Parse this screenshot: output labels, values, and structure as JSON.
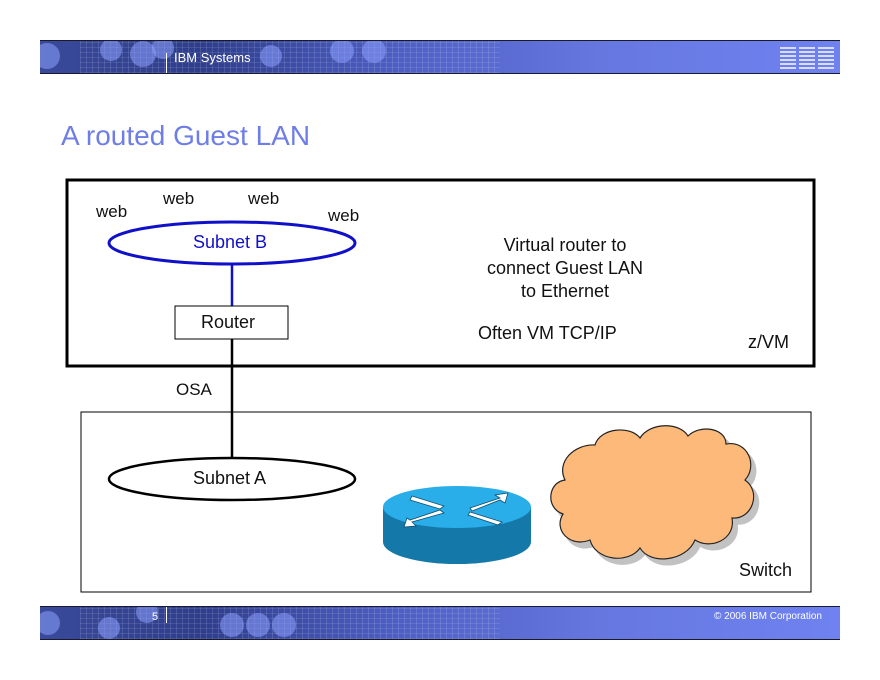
{
  "header": {
    "brand": "IBM Systems",
    "logo": "IBM"
  },
  "slide": {
    "title": "A routed Guest LAN"
  },
  "zvm_box": {
    "label": "z/VM",
    "web_hosts": [
      "web",
      "web",
      "web",
      "web"
    ],
    "subnet_b": "Subnet B",
    "router": "Router",
    "description_lines": [
      "Virtual router to",
      "connect Guest LAN",
      "to Ethernet"
    ],
    "note": "Often VM TCP/IP",
    "subnet_b_color": "#1010c8"
  },
  "connector": {
    "label": "OSA"
  },
  "switch_box": {
    "label": "Switch",
    "subnet_a": "Subnet A",
    "router_icon": "cisco-router-icon",
    "cloud_icon": "network-cloud-icon",
    "cloud_color": "#fdb97a",
    "router_color": "#1fa3e0"
  },
  "footer": {
    "page_number": "5",
    "copyright": "© 2006 IBM Corporation"
  }
}
